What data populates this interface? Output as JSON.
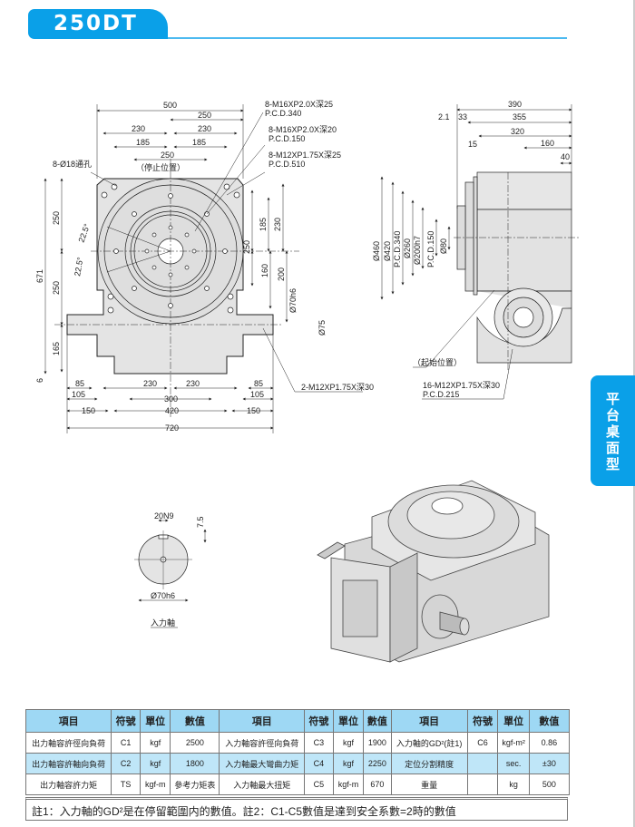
{
  "header": {
    "model": "250DT"
  },
  "side_tab": {
    "label": "平台桌面型"
  },
  "front_view": {
    "dims_top": [
      "500",
      "250",
      "230",
      "230",
      "185",
      "185",
      "250"
    ],
    "stop_position": "（停止位置）",
    "through_holes": "8-Ø18通孔",
    "callouts": [
      "8-M16XP2.0X深25",
      "P.C.D.340",
      "8-M16XP2.0X深20",
      "P.C.D.150",
      "8-M12XP1.75X深25",
      "P.C.D.510"
    ],
    "dims_left": [
      "250",
      "250",
      "671",
      "165",
      "6"
    ],
    "angles": [
      "22.5°",
      "22.5°"
    ],
    "dims_right": [
      "250",
      "185",
      "230",
      "160",
      "200",
      "Ø70h6",
      "Ø75"
    ],
    "dims_bottom": [
      "85",
      "230",
      "230",
      "85",
      "105",
      "300",
      "105",
      "150",
      "420",
      "150",
      "720"
    ],
    "tap_callout": "2-M12XP1.75X深30"
  },
  "side_view": {
    "dims_top": [
      "390",
      "2.1",
      "33",
      "355",
      "15",
      "320",
      "160",
      "40"
    ],
    "dims_left": [
      "Ø460",
      "Ø420",
      "P.C.D.340",
      "Ø260",
      "Ø200h7",
      "P.C.D.150",
      "Ø80"
    ],
    "start_position": "（起始位置）",
    "callout": [
      "16-M12XP1.75X深30",
      "P.C.D.215"
    ]
  },
  "shaft_detail": {
    "key": "20N9",
    "depth": "7.5",
    "diameter": "Ø70h6",
    "caption": "入力軸"
  },
  "spec_table": {
    "headers": [
      "項目",
      "符號",
      "單位",
      "數值",
      "項目",
      "符號",
      "單位",
      "數值",
      "項目",
      "符號",
      "單位",
      "數值"
    ],
    "rows": [
      [
        "出力軸容許徑向負荷",
        "C1",
        "kgf",
        "2500",
        "入力軸容許徑向負荷",
        "C3",
        "kgf",
        "1900",
        "入力軸的GD²(註1)",
        "C6",
        "kgf-m²",
        "0.86"
      ],
      [
        "出力軸容許軸向負荷",
        "C2",
        "kgf",
        "1800",
        "入力軸最大彎曲力矩",
        "C4",
        "kgf",
        "2250",
        "定位分割精度",
        "",
        "sec.",
        "±30"
      ],
      [
        "出力軸容許力矩",
        "TS",
        "kgf-m",
        "參考力矩表",
        "入力軸最大扭矩",
        "C5",
        "kgf-m",
        "670",
        "重量",
        "",
        "kg",
        "500"
      ]
    ],
    "note": "註1：入力軸的GD²是在停留範圍内的數值。註2：C1-C5數值是達到安全系數=2時的數值"
  }
}
